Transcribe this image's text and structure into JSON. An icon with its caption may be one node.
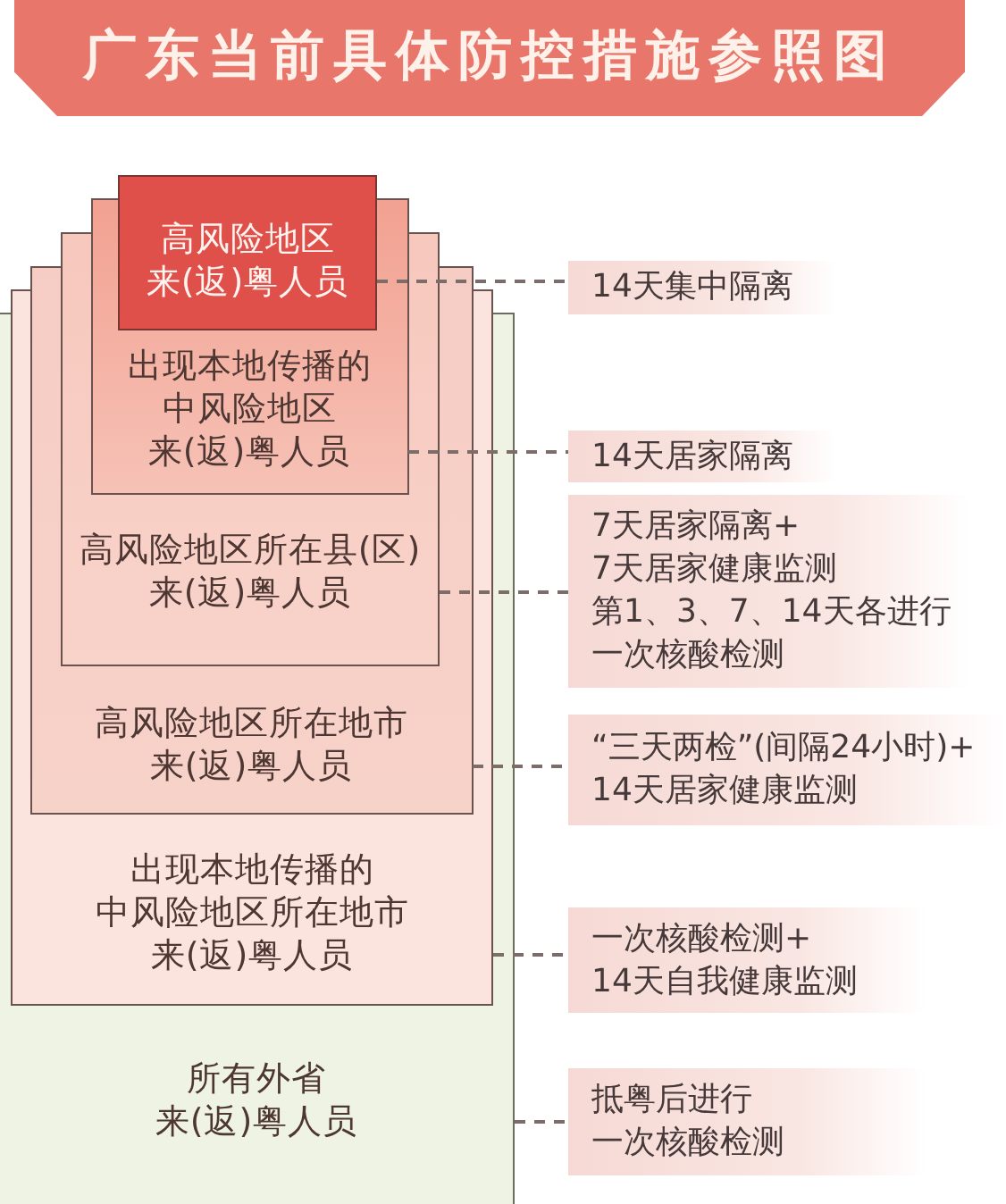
{
  "diagram": {
    "title": "广东当前具体防控措施参照图",
    "nodes": [
      {
        "text": [
          "高风险地区",
          "来(返)粤人员"
        ],
        "in": 1
      },
      {
        "text": [
          "出现本地传播的",
          "中风险地区",
          "来(返)粤人员"
        ],
        "in": 2
      },
      {
        "text": [
          "高风险地区所在县(区)",
          "来(返)粤人员"
        ],
        "in": 3
      },
      {
        "text": [
          "高风险地区所在地市",
          "来(返)粤人员"
        ],
        "in": 4
      },
      {
        "text": [
          "出现本地传播的",
          "中风险地区所在地市",
          "来(返)粤人员"
        ],
        "in": 5
      },
      {
        "text": [
          "所有外省",
          "来(返)粤人员"
        ]
      },
      {
        "text": [
          "14天集中隔离"
        ]
      },
      {
        "text": [
          "14天居家隔离"
        ]
      },
      {
        "text": [
          "7天居家隔离+",
          "7天居家健康监测",
          "第1、3、7、14天各进行",
          "一次核酸检测"
        ]
      },
      {
        "text": [
          "“三天两检”(间隔24小时)+",
          "14天居家健康监测"
        ]
      },
      {
        "text": [
          "一次核酸检测+",
          "14天自我健康监测"
        ]
      },
      {
        "text": [
          "抵粤后进行",
          "一次核酸检测"
        ]
      }
    ],
    "edges": [
      {
        "from": 0,
        "to": 6,
        "arrow": "none",
        "style": "dashed"
      },
      {
        "from": 1,
        "to": 7,
        "arrow": "none",
        "style": "dashed"
      },
      {
        "from": 2,
        "to": 8,
        "arrow": "none",
        "style": "dashed"
      },
      {
        "from": 3,
        "to": 9,
        "arrow": "none",
        "style": "dashed"
      },
      {
        "from": 4,
        "to": 10,
        "arrow": "none",
        "style": "dashed"
      },
      {
        "from": 5,
        "to": 11,
        "arrow": "none",
        "style": "dashed"
      }
    ]
  }
}
